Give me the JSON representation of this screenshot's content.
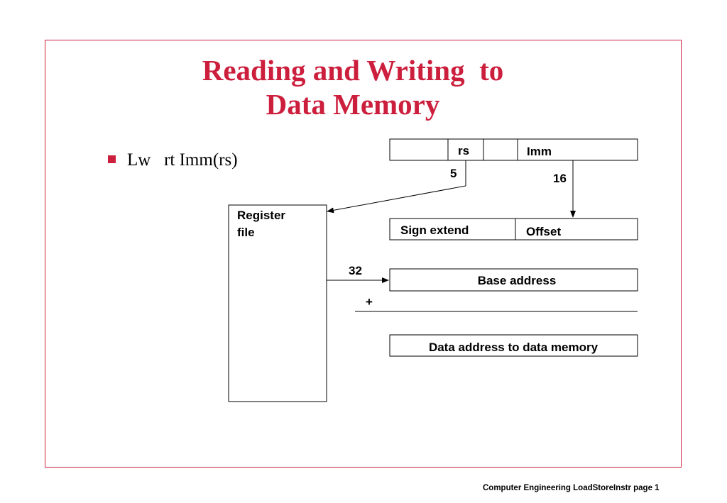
{
  "slide": {
    "title_line1": "Reading and Writing  to",
    "title_line2": "Data Memory",
    "bullet": "Lw   rt Imm(rs)",
    "footer": "Computer Engineering LoadStoreInstr page 1",
    "accent_color": "#cc1f3d"
  },
  "diagram": {
    "instruction_fields": [
      "rs",
      "Imm"
    ],
    "rs_width": "5",
    "imm_width": "16",
    "register_file": [
      "Register",
      "file"
    ],
    "sign_extend": "Sign extend",
    "offset": "Offset",
    "bus_width": "32",
    "base_address": "Base address",
    "plus": "+",
    "data_address": "Data address to data memory"
  }
}
